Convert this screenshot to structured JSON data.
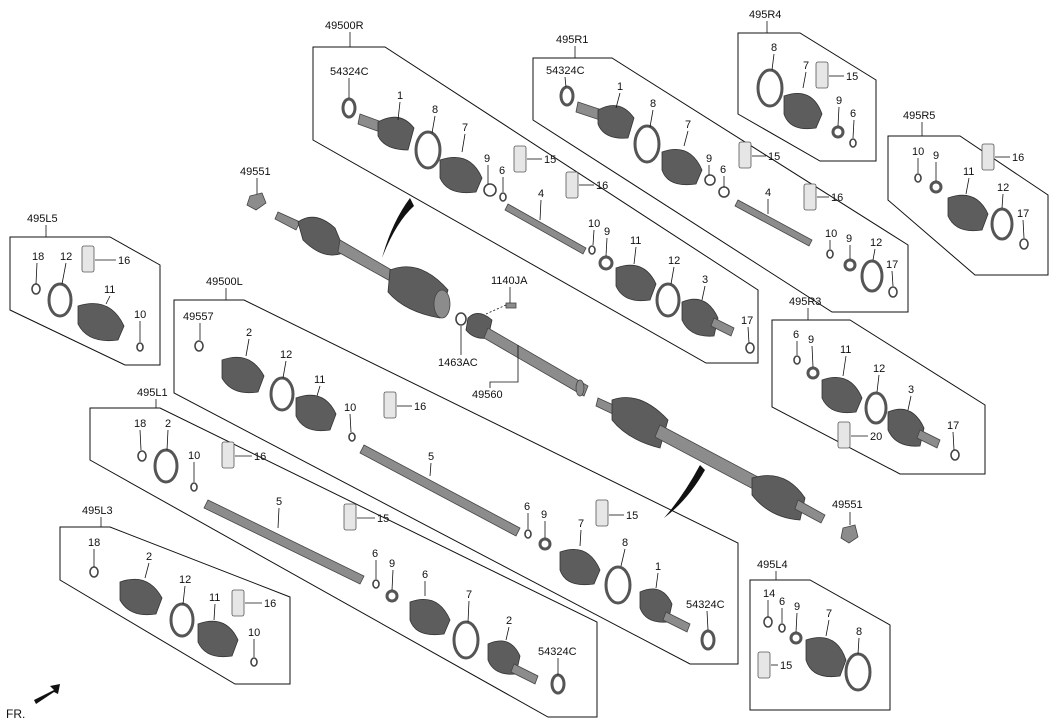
{
  "labels": {
    "a49500R": "49500R",
    "a495R1": "495R1",
    "a495R4": "495R4",
    "a495R5": "495R5",
    "a495R3": "495R3",
    "a495L5": "495L5",
    "a49500L": "49500L",
    "a495L1": "495L1",
    "a495L3": "495L3",
    "a495L4": "495L4",
    "a49551_top": "49551",
    "a49551_bot": "49551",
    "a1140JA": "1140JA",
    "a1463AC": "1463AC",
    "a49560": "49560",
    "a49557": "49557",
    "fr": "FR."
  },
  "callouts": {
    "r_54324C": "54324C",
    "r_1": "1",
    "r_8": "8",
    "r_7": "7",
    "r_9": "9",
    "r_6": "6",
    "r_15": "15",
    "r_16": "16",
    "r_4": "4",
    "r_10": "10",
    "r_9b": "9",
    "r_11": "11",
    "r_12": "12",
    "r_3": "3",
    "r_17": "17",
    "r1_54324C": "54324C",
    "r1_1": "1",
    "r1_8": "8",
    "r1_7": "7",
    "r1_9": "9",
    "r1_6": "6",
    "r1_15": "15",
    "r1_16": "16",
    "r1_4": "4",
    "r1_10": "10",
    "r1_9b": "9",
    "r1_12": "12",
    "r1_17": "17",
    "r4_8": "8",
    "r4_7": "7",
    "r4_15": "15",
    "r4_9": "9",
    "r4_6": "6",
    "r5_10": "10",
    "r5_9": "9",
    "r5_16": "16",
    "r5_11": "11",
    "r5_12": "12",
    "r5_17": "17",
    "r3_6": "6",
    "r3_9": "9",
    "r3_11": "11",
    "r3_12": "12",
    "r3_3": "3",
    "r3_17": "17",
    "r3_20": "20",
    "l5_18": "18",
    "l5_12": "12",
    "l5_16": "16",
    "l5_11": "11",
    "l5_10": "10",
    "l_2": "2",
    "l_12": "12",
    "l_11": "11",
    "l_10": "10",
    "l_16": "16",
    "l_5": "5",
    "l_6": "6",
    "l_9": "9",
    "l_15": "15",
    "l_7": "7",
    "l_8": "8",
    "l_1": "1",
    "l_54324C": "54324C",
    "l1_18": "18",
    "l1_2": "2",
    "l1_10": "10",
    "l1_16": "16",
    "l1_5": "5",
    "l1_15": "15",
    "l1_6": "6",
    "l1_9": "9",
    "l1_6b": "6",
    "l1_7": "7",
    "l1_2b": "2",
    "l1_54324C": "54324C",
    "l3_18": "18",
    "l3_2": "2",
    "l3_12": "12",
    "l3_11": "11",
    "l3_16": "16",
    "l3_10": "10",
    "l4_14": "14",
    "l4_6": "6",
    "l4_9": "9",
    "l4_7": "7",
    "l4_8": "8",
    "l4_15": "15"
  },
  "colors": {
    "line": "#111111",
    "part_dark": "#5d5d5d",
    "part_mid": "#8c8c8c",
    "part_light": "#d9d9d9"
  }
}
